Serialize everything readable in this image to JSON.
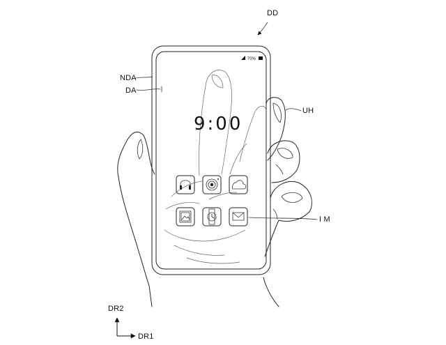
{
  "labels": {
    "device": "DD",
    "non_display_area": "NDA",
    "display_area": "DA",
    "user_hand": "UH",
    "icon_menu": "I M",
    "direction_2": "DR2",
    "direction_1": "DR1"
  },
  "screen": {
    "clock": "9:00",
    "battery": "70%"
  },
  "icons": [
    "headphones-icon",
    "camera-icon",
    "weather-cloud-icon",
    "gallery-icon",
    "watch-icon",
    "mail-icon"
  ]
}
